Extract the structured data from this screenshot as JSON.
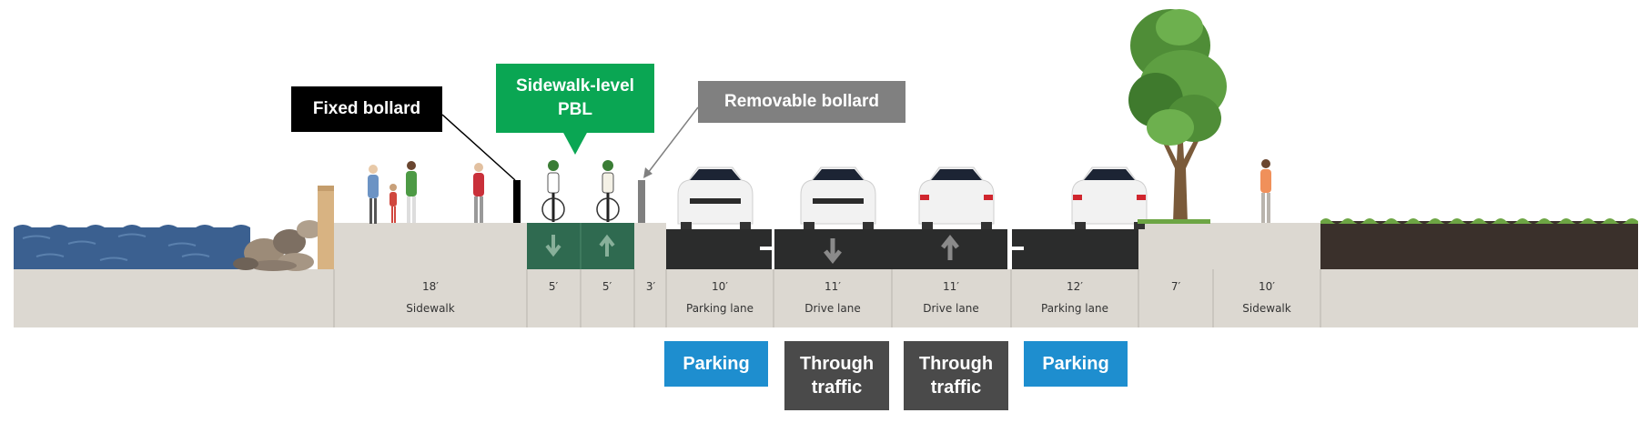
{
  "callouts": {
    "fixed_bollard": "Fixed bollard",
    "pbl_line1": "Sidewalk-level",
    "pbl_line2": "PBL",
    "removable_bollard": "Removable bollard"
  },
  "segments": [
    {
      "width": "18′",
      "name": "Sidewalk"
    },
    {
      "width": "5′",
      "name": ""
    },
    {
      "width": "5′",
      "name": ""
    },
    {
      "width": "3′",
      "name": ""
    },
    {
      "width": "10′",
      "name": "Parking lane"
    },
    {
      "width": "11′",
      "name": "Drive lane"
    },
    {
      "width": "11′",
      "name": "Drive lane"
    },
    {
      "width": "12′",
      "name": "Parking lane"
    },
    {
      "width": "7′",
      "name": ""
    },
    {
      "width": "10′",
      "name": "Sidewalk"
    }
  ],
  "legend": [
    {
      "line1": "Parking",
      "line2": "",
      "color": "#1e8ecf"
    },
    {
      "line1": "Through",
      "line2": "traffic",
      "color": "#4a4a4a"
    },
    {
      "line1": "Through",
      "line2": "traffic",
      "color": "#4a4a4a"
    },
    {
      "line1": "Parking",
      "line2": "",
      "color": "#1e8ecf"
    }
  ],
  "colors": {
    "water": "#3b6090",
    "ground": "#dcd8d1",
    "bike_lane": "#2f6a50",
    "roadway": "#2b2c2c",
    "soil": "#3a302b",
    "grass": "#6da544",
    "callout_black": "#000000",
    "callout_green": "#0aa653",
    "callout_gray": "#808080",
    "parking_blue": "#1e8ecf",
    "traffic_gray": "#4a4a4a"
  }
}
